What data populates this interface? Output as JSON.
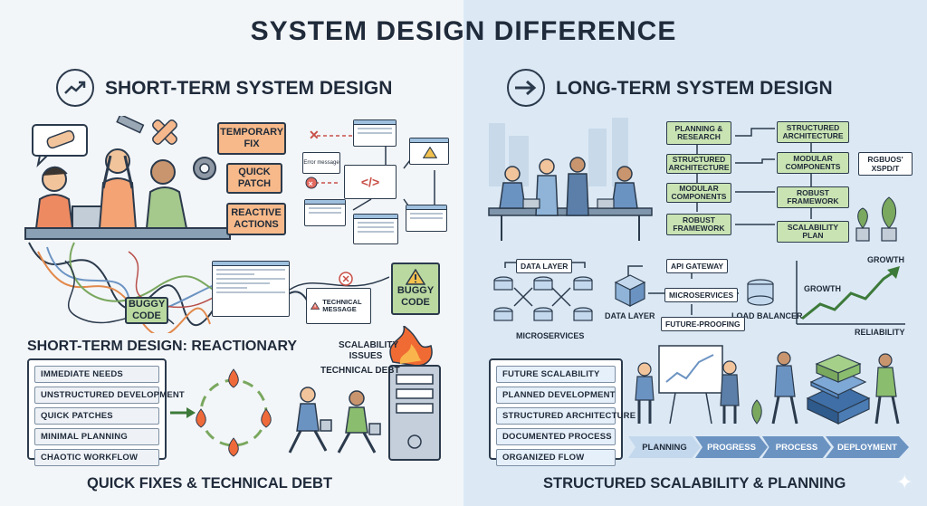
{
  "title": "SYSTEM DESIGN DIFFERENCE",
  "colors": {
    "left_bg": "#f3f6f9",
    "right_bg": "#dce9f5",
    "orange": "#f7b98a",
    "green": "#b9d9a0",
    "blue": "#6b93c2"
  },
  "left": {
    "heading": "SHORT-TERM SYSTEM DESIGN",
    "icon": "trend-arrow-icon",
    "notes": {
      "temporary_fix": "TEMPORARY FIX",
      "quick_patch": "QUICK PATCH",
      "reactive_actions": "REACTIVE ACTIONS",
      "buggy_code_1": "BUGGY CODE",
      "buggy_code_2": "BUGGY CODE",
      "error_message": "Error message",
      "technical_message": "TECHNICAL MESSAGE"
    },
    "subheading": "SHORT-TERM DESIGN: REACTIONARY",
    "list": [
      "IMMEDIATE NEEDS",
      "UNSTRUCTURED DEVELOPMENT",
      "QUICK PATCHES",
      "MINIMAL PLANNING",
      "CHAOTIC WORKFLOW"
    ],
    "scalability_issues": "SCALABILITY ISSUES",
    "technical_debt": "TECHNICAL DEBT",
    "footer": "QUICK FIXES & TECHNICAL DEBT"
  },
  "right": {
    "heading": "LONG-TERM SYSTEM DESIGN",
    "icon": "forward-arrow-icon",
    "flow_col1": [
      "PLANNING & RESEARCH",
      "STRUCTURED ARCHITECTURE",
      "MODULAR COMPONENTS",
      "ROBUST FRAMEWORK"
    ],
    "flow_col2": [
      "STRUCTURED ARCHITECTURE",
      "MODULAR COMPONENTS",
      "ROBUST FRAMEWORK",
      "SCALABILITY PLAN"
    ],
    "side_tag": "RGBUOS' XSPD/T",
    "arch": {
      "data_layer_top": "DATA LAYER",
      "microservices_bottom": "MICROSERVICES",
      "api_gateway": "API GATEWAY",
      "microservices": "MICROSERVICES",
      "data_layer": "DATA LAYER",
      "load_balancer": "LOAD BALANCER",
      "future_proofing": "FUTURE-PROOFING"
    },
    "chart": {
      "growth_top": "GROWTH",
      "growth": "GROWTH",
      "reliability": "RELIABILITY"
    },
    "list": [
      "FUTURE SCALABILITY",
      "PLANNED DEVELOPMENT",
      "STRUCTURED ARCHITECTURE",
      "DOCUMENTED PROCESS",
      "ORGANIZED FLOW"
    ],
    "pipeline": [
      "PLANNING",
      "PROGRESS",
      "PROCESS",
      "DEPLOYMENT"
    ],
    "footer": "STRUCTURED SCALABILITY & PLANNING"
  }
}
